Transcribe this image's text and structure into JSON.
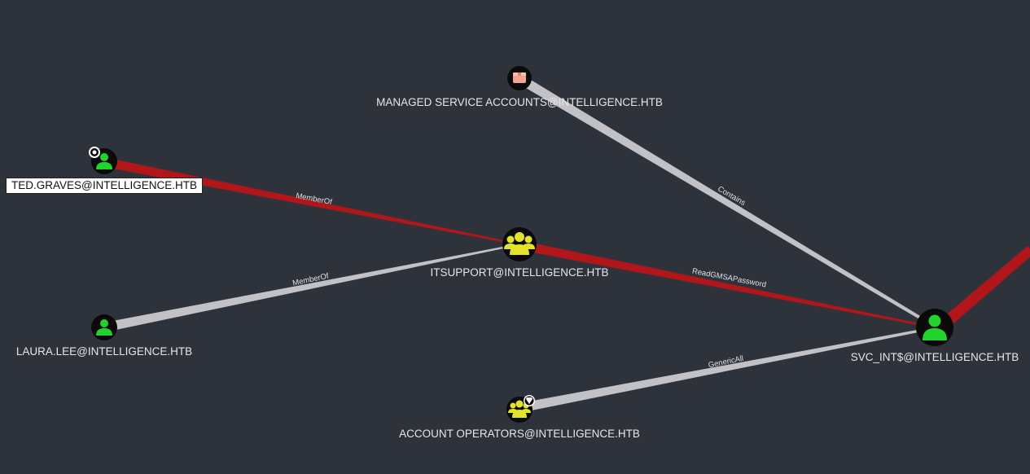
{
  "colors": {
    "background": "#2e333b",
    "edge_high_value": "#b0161a",
    "edge_default": "#c2c2c6",
    "user_icon": "#21d32c",
    "group_icon": "#e3e32b",
    "container_icon": "#f0a58e"
  },
  "nodes": {
    "managed_service_accounts": {
      "label": "MANAGED SERVICE ACCOUNTS@INTELLIGENCE.HTB",
      "icon": "ou-container-icon"
    },
    "ted_graves": {
      "label": "TED.GRAVES@INTELLIGENCE.HTB",
      "icon": "user-icon",
      "selected": true,
      "badge": "start-node-icon"
    },
    "itsupport": {
      "label": "ITSUPPORT@INTELLIGENCE.HTB",
      "icon": "group-icon"
    },
    "laura_lee": {
      "label": "LAURA.LEE@INTELLIGENCE.HTB",
      "icon": "user-icon"
    },
    "svc_int": {
      "label": "SVC_INT$@INTELLIGENCE.HTB",
      "icon": "user-icon"
    },
    "account_operators": {
      "label": "ACCOUNT OPERATORS@INTELLIGENCE.HTB",
      "icon": "group-icon",
      "badge": "high-value-diamond-icon"
    }
  },
  "edges": [
    {
      "from": "ted_graves",
      "to": "itsupport",
      "label": "MemberOf",
      "style": "high_value"
    },
    {
      "from": "laura_lee",
      "to": "itsupport",
      "label": "MemberOf",
      "style": "default"
    },
    {
      "from": "managed_service_accounts",
      "to": "svc_int",
      "label": "Contains",
      "style": "default"
    },
    {
      "from": "itsupport",
      "to": "svc_int",
      "label": "ReadGMSAPassword",
      "style": "high_value"
    },
    {
      "from": "account_operators",
      "to": "svc_int",
      "label": "GenericAll",
      "style": "default"
    },
    {
      "from": "svc_int",
      "to": "offscreen",
      "label": "",
      "style": "high_value"
    }
  ]
}
